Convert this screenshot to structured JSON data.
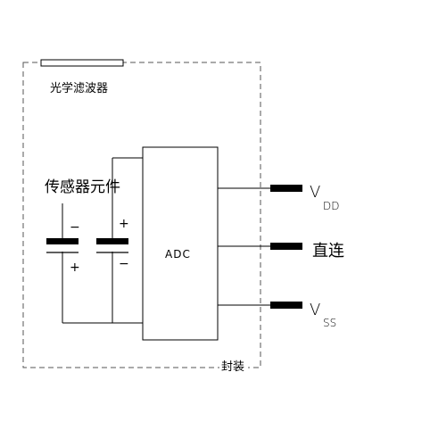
{
  "diagram": {
    "filter_label": "光学滤波器",
    "sensor_label": "传感器元件",
    "adc_label": "ADC",
    "package_label": "封装",
    "cap1_top_sign": "−",
    "cap1_bottom_sign": "+",
    "cap2_top_sign": "+",
    "cap2_bottom_sign": "−",
    "pins": [
      {
        "main": "V",
        "sub": "DD"
      },
      {
        "main": "直连",
        "sub": ""
      },
      {
        "main": "V",
        "sub": "SS"
      }
    ]
  }
}
